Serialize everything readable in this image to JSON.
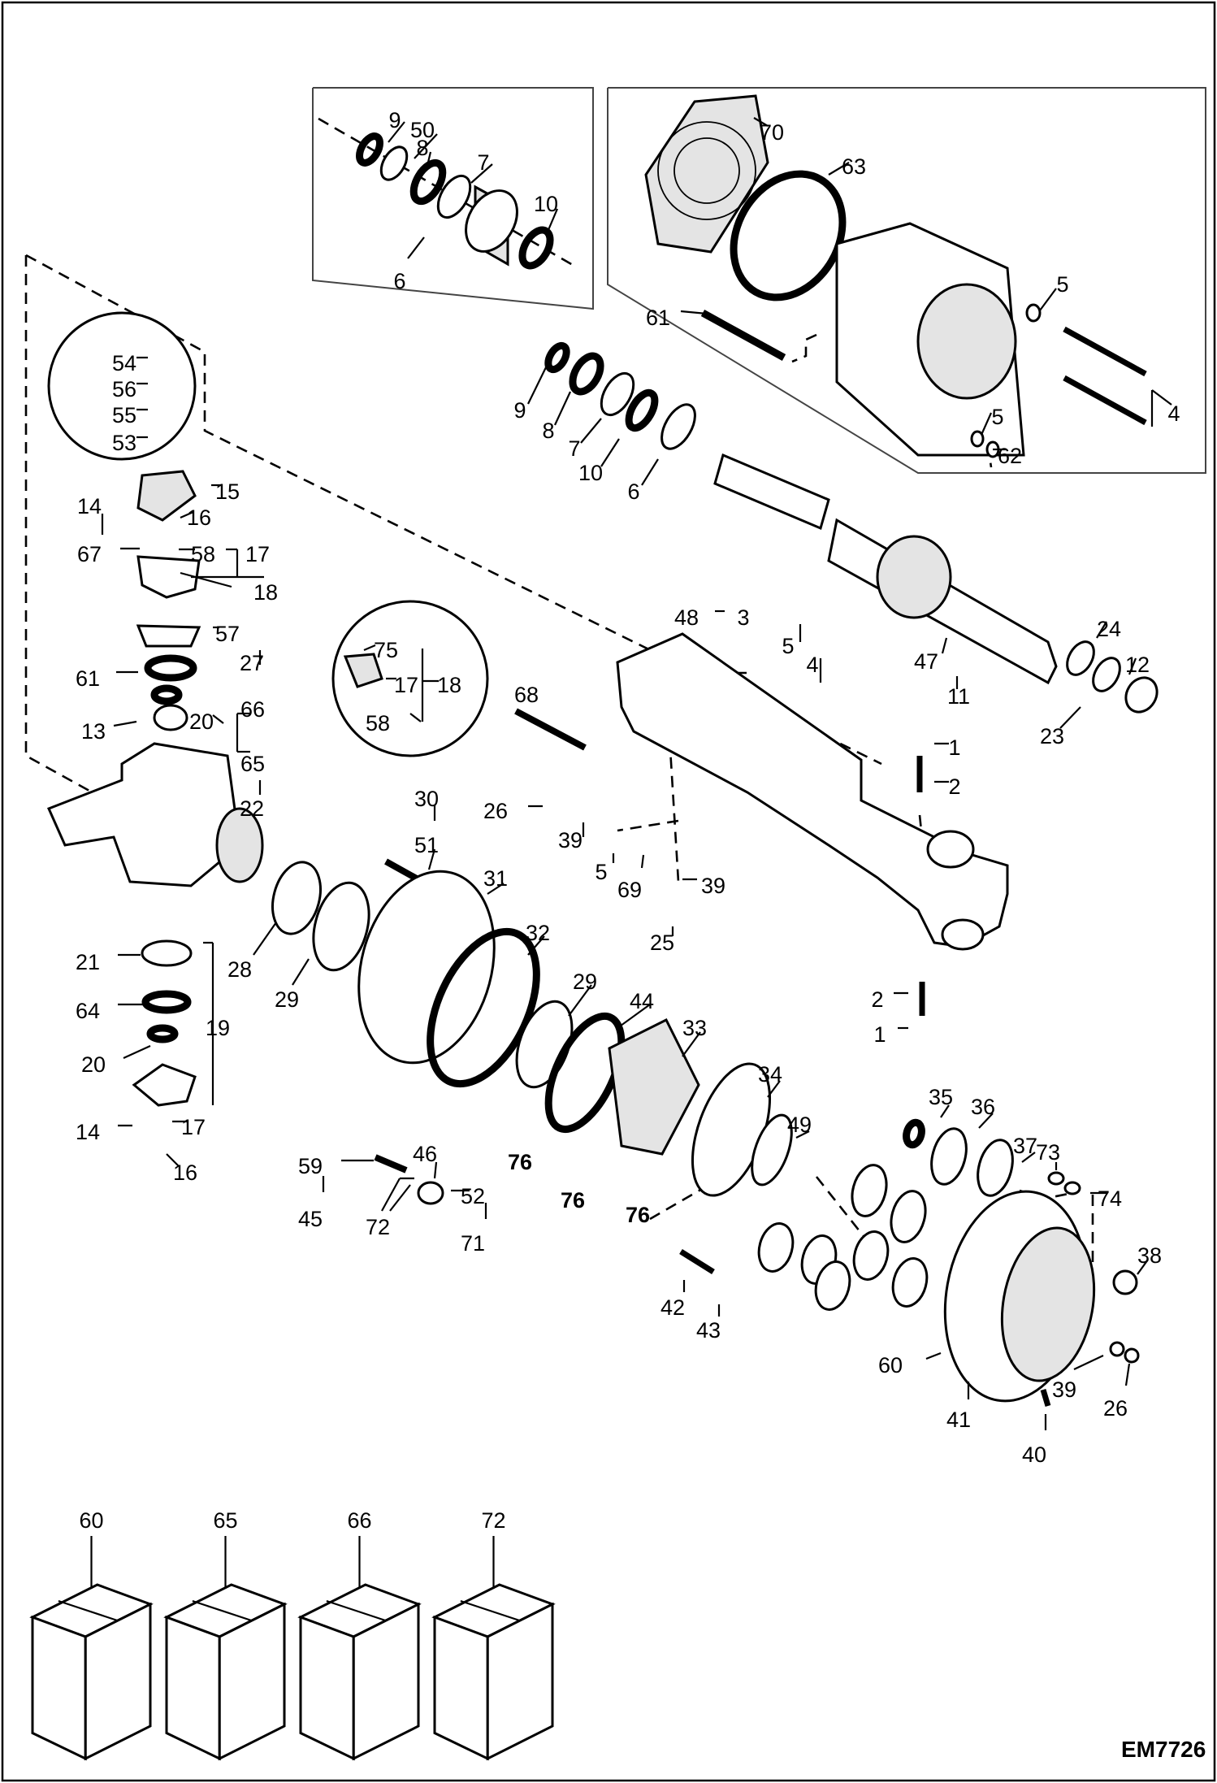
{
  "figure_code": "EM7726",
  "callouts": [
    {
      "id": "c1",
      "text": "9"
    },
    {
      "id": "c2",
      "text": "50"
    },
    {
      "id": "c3",
      "text": "8"
    },
    {
      "id": "c4",
      "text": "7"
    },
    {
      "id": "c5",
      "text": "10"
    },
    {
      "id": "c6",
      "text": "6"
    },
    {
      "id": "c7",
      "text": "70"
    },
    {
      "id": "c8",
      "text": "63"
    },
    {
      "id": "c9",
      "text": "5"
    },
    {
      "id": "c10",
      "text": "61"
    },
    {
      "id": "c11",
      "text": "5"
    },
    {
      "id": "c12",
      "text": "62"
    },
    {
      "id": "c13",
      "text": "4"
    },
    {
      "id": "c14",
      "text": "9"
    },
    {
      "id": "c15",
      "text": "8"
    },
    {
      "id": "c16",
      "text": "7"
    },
    {
      "id": "c17",
      "text": "10"
    },
    {
      "id": "c18",
      "text": "6"
    },
    {
      "id": "c19",
      "text": "54"
    },
    {
      "id": "c20",
      "text": "56"
    },
    {
      "id": "c21",
      "text": "55"
    },
    {
      "id": "c22",
      "text": "53"
    },
    {
      "id": "c23",
      "text": "15"
    },
    {
      "id": "c24",
      "text": "16"
    },
    {
      "id": "c25",
      "text": "14"
    },
    {
      "id": "c26",
      "text": "67"
    },
    {
      "id": "c27",
      "text": "58"
    },
    {
      "id": "c28",
      "text": "17"
    },
    {
      "id": "c29",
      "text": "18"
    },
    {
      "id": "c30",
      "text": "57"
    },
    {
      "id": "c31",
      "text": "27"
    },
    {
      "id": "c32",
      "text": "61"
    },
    {
      "id": "c33",
      "text": "66"
    },
    {
      "id": "c34",
      "text": "20"
    },
    {
      "id": "c35",
      "text": "13"
    },
    {
      "id": "c36",
      "text": "65"
    },
    {
      "id": "c37",
      "text": "22"
    },
    {
      "id": "c38",
      "text": "75"
    },
    {
      "id": "c39",
      "text": "17"
    },
    {
      "id": "c40",
      "text": "18"
    },
    {
      "id": "c41",
      "text": "58"
    },
    {
      "id": "c42",
      "text": "48"
    },
    {
      "id": "c43",
      "text": "3"
    },
    {
      "id": "c44",
      "text": "5"
    },
    {
      "id": "c45",
      "text": "4"
    },
    {
      "id": "c46",
      "text": "68"
    },
    {
      "id": "c47",
      "text": "24"
    },
    {
      "id": "c48",
      "text": "12"
    },
    {
      "id": "c49",
      "text": "47"
    },
    {
      "id": "c50",
      "text": "11"
    },
    {
      "id": "c51",
      "text": "23"
    },
    {
      "id": "c52",
      "text": "1"
    },
    {
      "id": "c53",
      "text": "2"
    },
    {
      "id": "c54",
      "text": "30"
    },
    {
      "id": "c55",
      "text": "51"
    },
    {
      "id": "c56",
      "text": "26"
    },
    {
      "id": "c57",
      "text": "39"
    },
    {
      "id": "c58",
      "text": "5"
    },
    {
      "id": "c59",
      "text": "69"
    },
    {
      "id": "c60",
      "text": "39"
    },
    {
      "id": "c61",
      "text": "25"
    },
    {
      "id": "c62",
      "text": "31"
    },
    {
      "id": "c63",
      "text": "32"
    },
    {
      "id": "c64",
      "text": "28"
    },
    {
      "id": "c65",
      "text": "29"
    },
    {
      "id": "c66",
      "text": "29"
    },
    {
      "id": "c67",
      "text": "44"
    },
    {
      "id": "c68",
      "text": "33"
    },
    {
      "id": "c69",
      "text": "2"
    },
    {
      "id": "c70",
      "text": "1"
    },
    {
      "id": "c71",
      "text": "21"
    },
    {
      "id": "c72",
      "text": "64"
    },
    {
      "id": "c73",
      "text": "19"
    },
    {
      "id": "c74",
      "text": "20"
    },
    {
      "id": "c75",
      "text": "14"
    },
    {
      "id": "c76",
      "text": "17"
    },
    {
      "id": "c77",
      "text": "16"
    },
    {
      "id": "c78",
      "text": "59"
    },
    {
      "id": "c79",
      "text": "45"
    },
    {
      "id": "c80",
      "text": "46"
    },
    {
      "id": "c81",
      "text": "72"
    },
    {
      "id": "c82",
      "text": "52"
    },
    {
      "id": "c83",
      "text": "71"
    },
    {
      "id": "c84",
      "text": "76"
    },
    {
      "id": "c85",
      "text": "76"
    },
    {
      "id": "c86",
      "text": "76"
    },
    {
      "id": "c87",
      "text": "34"
    },
    {
      "id": "c88",
      "text": "49"
    },
    {
      "id": "c89",
      "text": "35"
    },
    {
      "id": "c90",
      "text": "36"
    },
    {
      "id": "c91",
      "text": "37"
    },
    {
      "id": "c92",
      "text": "73"
    },
    {
      "id": "c93",
      "text": "74"
    },
    {
      "id": "c94",
      "text": "38"
    },
    {
      "id": "c95",
      "text": "42"
    },
    {
      "id": "c96",
      "text": "43"
    },
    {
      "id": "c97",
      "text": "60"
    },
    {
      "id": "c98",
      "text": "41"
    },
    {
      "id": "c99",
      "text": "39"
    },
    {
      "id": "c100",
      "text": "26"
    },
    {
      "id": "c101",
      "text": "40"
    }
  ],
  "kits": [
    {
      "id": "k1",
      "text": "60"
    },
    {
      "id": "k2",
      "text": "65"
    },
    {
      "id": "k3",
      "text": "66"
    },
    {
      "id": "k4",
      "text": "72"
    }
  ]
}
